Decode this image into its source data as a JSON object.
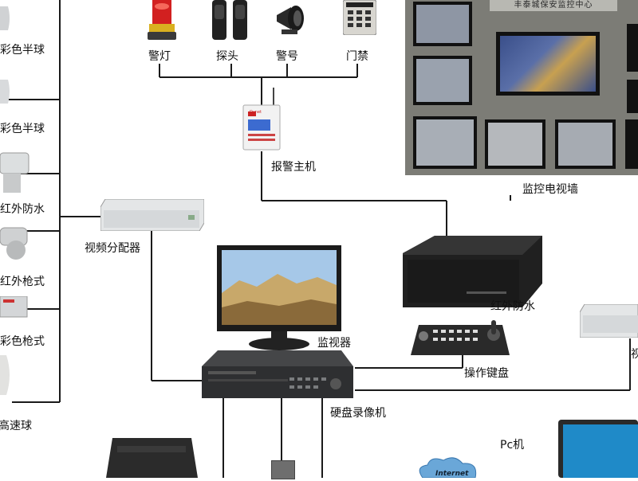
{
  "alarm_devices": {
    "warning_light": "警灯",
    "detector": "探头",
    "siren": "警号",
    "access_control": "门禁"
  },
  "alarm_host": {
    "label": "报警主机",
    "brand": "Dynet"
  },
  "video_wall": {
    "label": "监控电视墙",
    "header_text": "丰泰城保安监控中心"
  },
  "cameras": {
    "color_dome_1": "彩色半球",
    "color_dome_2": "彩色半球",
    "ir_waterproof": "红外防水",
    "ir_bullet": "红外枪式",
    "color_bullet": "彩色枪式",
    "speed_dome": "高速球"
  },
  "video_distributor": {
    "label": "视频分配器"
  },
  "monitor": {
    "label": "监视器"
  },
  "ir_waterproof_unit": {
    "label": "红外防水"
  },
  "control_keyboard": {
    "label": "操作键盘"
  },
  "dvr": {
    "label": "硬盘录像机"
  },
  "pc": {
    "label": "Pc机"
  },
  "right_device": {
    "label_fragment": "视"
  },
  "internet": {
    "label": "Internet"
  },
  "colors": {
    "wire": "#1a1a1a",
    "wall_bg": "#7c7c76",
    "screen_blue": "#3a4f8a",
    "alarm_red": "#d22020",
    "device_dark": "#2b2b2b",
    "device_silver": "#d8dbdc",
    "cloud_blue": "#6aa7d8"
  }
}
